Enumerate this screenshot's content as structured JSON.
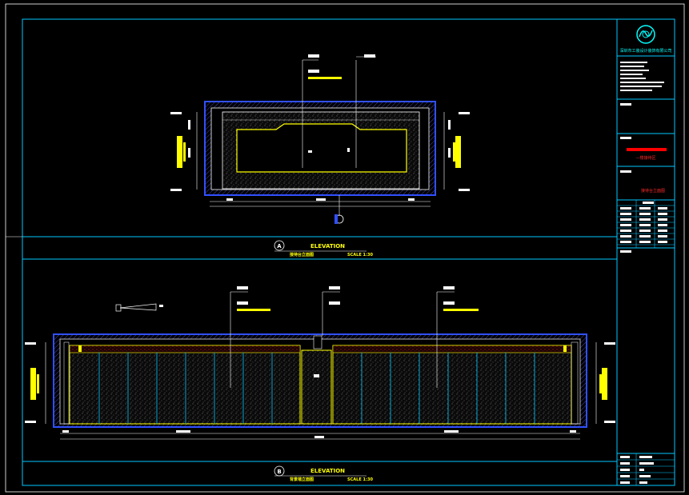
{
  "drawing": {
    "background": "#000000",
    "frame_color": "#00c8ff",
    "line_yellow": "#ffff00",
    "line_white": "#ffffff",
    "line_cyan": "#00ffff",
    "line_blue": "#3050ff",
    "accent_red": "#ff0000"
  },
  "title_block": {
    "logo_icon": "firm-logo-icon",
    "firm_name": "深圳市工装设计装饰有限公司",
    "project_name": "—楼接待区",
    "sheet_title": "接待台立面图"
  },
  "elevation_a": {
    "marker": "A",
    "title": "ELEVATION",
    "subtitle": "接待台立面图",
    "scale": "SCALE 1:30"
  },
  "elevation_b": {
    "marker": "B",
    "title": "ELEVATION",
    "subtitle": "背景墙立面图",
    "scale": "SCALE 1:30"
  }
}
